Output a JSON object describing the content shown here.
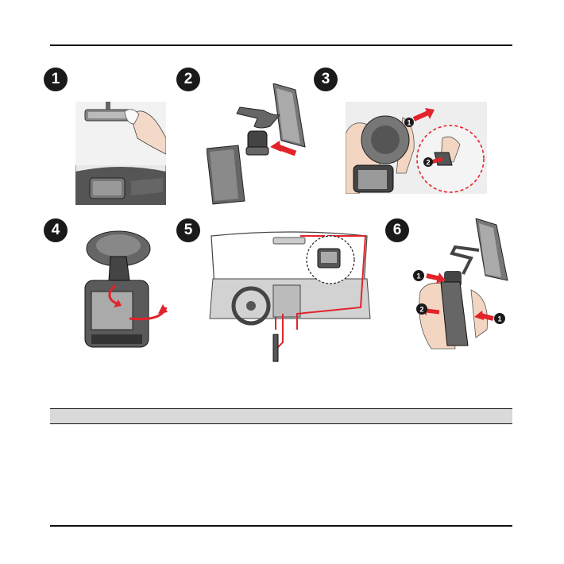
{
  "steps": [
    {
      "number": "1",
      "icon": "mirror-cleaning-illustration"
    },
    {
      "number": "2",
      "icon": "mount-attach-illustration"
    },
    {
      "number": "3",
      "icon": "suction-press-illustration"
    },
    {
      "number": "4",
      "icon": "camera-rotate-illustration"
    },
    {
      "number": "5",
      "icon": "cable-routing-illustration"
    },
    {
      "number": "6",
      "icon": "mount-release-illustration"
    }
  ],
  "callouts": {
    "one": "1",
    "two": "2"
  },
  "colors": {
    "arrow": "#e2232a",
    "badge": "#1a1a1a",
    "band": "#d9d9d9"
  }
}
